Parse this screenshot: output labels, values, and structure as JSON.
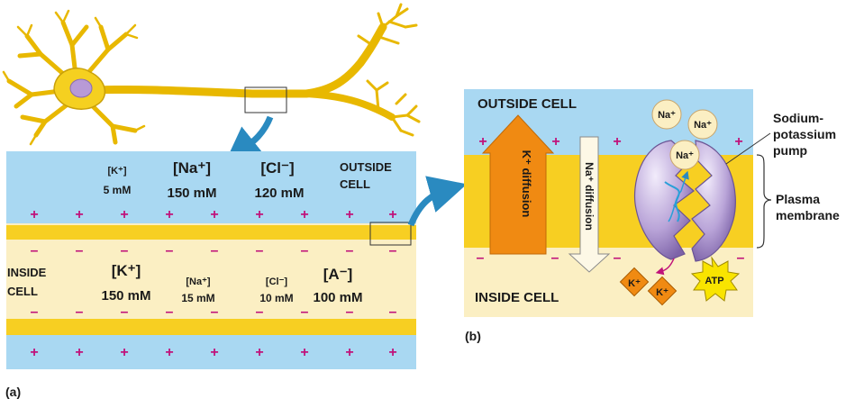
{
  "panel_a": {
    "label": "(a)",
    "outside_label": [
      "OUTSIDE",
      "CELL"
    ],
    "inside_label": [
      "INSIDE",
      "CELL"
    ],
    "outside_ions": [
      {
        "ion": "[K⁺]",
        "conc": "5 mM"
      },
      {
        "ion": "[Na⁺]",
        "conc": "150 mM"
      },
      {
        "ion": "[Cl⁻]",
        "conc": "120 mM"
      }
    ],
    "inside_ions": [
      {
        "ion": "[K⁺]",
        "conc": "150 mM"
      },
      {
        "ion": "[Na⁺]",
        "conc": "15 mM"
      },
      {
        "ion": "[Cl⁻]",
        "conc": "10 mM"
      },
      {
        "ion": "[A⁻]",
        "conc": "100 mM"
      }
    ],
    "plus_sign": "+",
    "minus_sign": "–"
  },
  "panel_b": {
    "label": "(b)",
    "outside_label": "OUTSIDE CELL",
    "inside_label": "INSIDE CELL",
    "k_diffusion": "K⁺ diffusion",
    "na_diffusion": "Na⁺ diffusion",
    "na_ion": "Na⁺",
    "k_ion": "K⁺",
    "atp": "ATP",
    "pump_label": [
      "Sodium-",
      "potassium",
      "pump"
    ],
    "membrane_label": [
      "Plasma",
      "membrane"
    ]
  },
  "colors": {
    "outside_fluid": "#a9d8f2",
    "inside_fluid": "#fbefc3",
    "membrane": "#f7cf22",
    "neuron": "#f5d020",
    "nucleus": "#b89ad6",
    "pump": "#b9a4d8",
    "k_arrow": "#f08a12",
    "charge": "#c0127a",
    "callout_arrow": "#2a8ac0"
  }
}
